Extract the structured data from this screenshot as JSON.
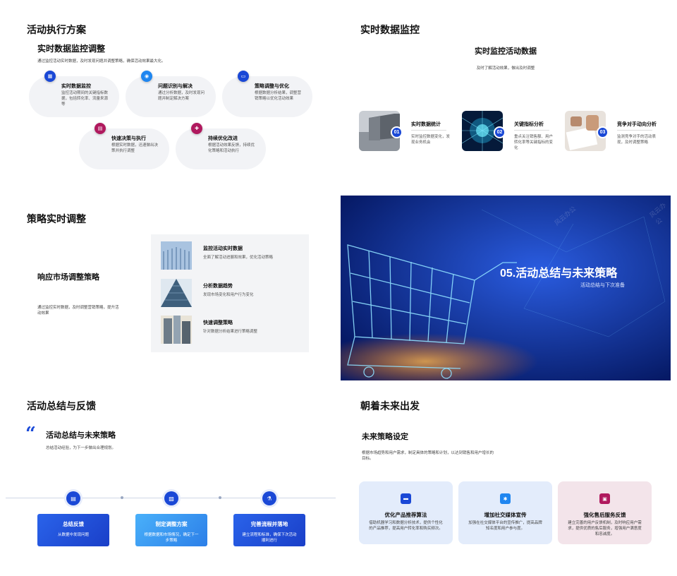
{
  "slide1": {
    "title": "活动执行方案",
    "subtitle": "实时数据监控调整",
    "desc": "通过监控活动实时数据，及时发现问题并调整策略，确保活动效果最大化。",
    "items": [
      {
        "title": "实时数据监控",
        "desc": "监控活动期间的关键指标数据，包括转化率、流量来源等",
        "icon": "chart-icon",
        "color": "#1a48d6"
      },
      {
        "title": "问题识别与解决",
        "desc": "通过分析数据，及时发现问题并制定解决方案",
        "icon": "target-icon",
        "color": "#1f86f0"
      },
      {
        "title": "策略调整与优化",
        "desc": "根据数据分析结果，调整营销策略以优化活动效果",
        "icon": "monitor-icon",
        "color": "#1a48d6"
      },
      {
        "title": "快速决策与执行",
        "desc": "根据实时数据，迅速做出决策并执行调整",
        "icon": "message-icon",
        "color": "#b0195e"
      },
      {
        "title": "持续优化改进",
        "desc": "根据活动效果反馈，持续优化策略和活动执行",
        "icon": "puzzle-icon",
        "color": "#b0195e"
      }
    ]
  },
  "slide2": {
    "title": "实时数据监控",
    "subtitle": "实时监控活动数据",
    "desc": "及时了解活动效果，做出及时调整",
    "items": [
      {
        "num": "01",
        "title": "实时数据统计",
        "desc": "实时监控数据变化，发现业务机会"
      },
      {
        "num": "02",
        "title": "关键指标分析",
        "desc": "重点关注销售额、用户转化率等关键指标的变化"
      },
      {
        "num": "03",
        "title": "竞争对手动向分析",
        "desc": "监测竞争对手的活动表现，及时调整策略"
      }
    ]
  },
  "slide3": {
    "title": "策略实时调整",
    "subtitle": "响应市场调整策略",
    "desc": "通过监控实时数据，及时调整营销策略，提升活动效果",
    "items": [
      {
        "title": "监控活动实时数据",
        "desc": "全面了解活动进展和效果，优化活动策略"
      },
      {
        "title": "分析数据趋势",
        "desc": "发现市场变化和用户行为变化"
      },
      {
        "title": "快速调整策略",
        "desc": "针对数据分析结果进行策略调整"
      }
    ]
  },
  "slide4": {
    "title": "05.活动总结与未来策略",
    "subtitle": "活动总结与下次准备",
    "watermark": "风云办公"
  },
  "slide5": {
    "title": "活动总结与反馈",
    "subtitle": "活动总结与未来策略",
    "desc": "总结活动经验，为下一步做出合理规划。",
    "steps": [
      {
        "title": "总结反馈",
        "desc": "从数据中发现问题",
        "icon": "document-icon",
        "color": "#1a48d6"
      },
      {
        "title": "制定调整方案",
        "desc": "根据数据和市场情况，确定下一步策略",
        "icon": "image-icon",
        "color": "#3aa0f6"
      },
      {
        "title": "完善流程并落地",
        "desc": "建立流程和标准，确保下次活动顺利进行",
        "icon": "flask-icon",
        "color": "#1a48d6"
      }
    ]
  },
  "slide6": {
    "title": "朝着未来出发",
    "subtitle": "未来策略设定",
    "desc": "根据市场趋势和用户需求，制定具体的策略和计划，以达到销售和用户增长的目标。",
    "cards": [
      {
        "title": "优化产品推荐算法",
        "desc": "借助机器学习和数据分析技术，提供个性化的产品推荐，提高用户转化率和购买频次。",
        "icon": "cart-icon",
        "color": "#1a48d6",
        "bg": "#e3ecfb"
      },
      {
        "title": "增加社交媒体宣传",
        "desc": "加强在社交媒体平台的宣传推广，提高品牌知名度和用户参与度。",
        "icon": "gear-icon",
        "color": "#1f86f0",
        "bg": "#e3ecfb"
      },
      {
        "title": "强化售后服务反馈",
        "desc": "建立完善的用户反馈机制，及时响应用户需求，提供优质的售后服务，增强用户满意度和忠诚度。",
        "icon": "mail-icon",
        "color": "#b0195e",
        "bg": "#f3e4ea"
      }
    ]
  }
}
